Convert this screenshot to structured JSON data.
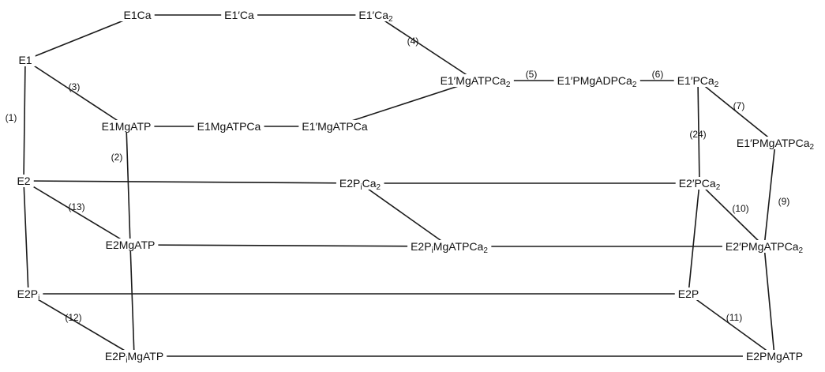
{
  "diagram": {
    "nodes": [
      {
        "id": "E1",
        "parts": [
          [
            "E1",
            false
          ]
        ]
      },
      {
        "id": "E1Ca",
        "parts": [
          [
            "E1Ca",
            false
          ]
        ]
      },
      {
        "id": "E1pCa",
        "parts": [
          [
            "E1′Ca",
            false
          ]
        ]
      },
      {
        "id": "E1pCa2",
        "parts": [
          [
            "E1′Ca",
            false
          ],
          [
            "2",
            true
          ]
        ]
      },
      {
        "id": "E1pMgATPCa2",
        "parts": [
          [
            "E1′MgATPCa",
            false
          ],
          [
            "2",
            true
          ]
        ]
      },
      {
        "id": "E1pPMgADPCa2",
        "parts": [
          [
            "E1′PMgADPCa",
            false
          ],
          [
            "2",
            true
          ]
        ]
      },
      {
        "id": "E1pPCa2",
        "parts": [
          [
            "E1′PCa",
            false
          ],
          [
            "2",
            true
          ]
        ]
      },
      {
        "id": "E1pPMgATPCa2",
        "parts": [
          [
            "E1′PMgATPCa",
            false
          ],
          [
            "2",
            true
          ]
        ]
      },
      {
        "id": "E1MgATP",
        "parts": [
          [
            "E1MgATP",
            false
          ]
        ]
      },
      {
        "id": "E1MgATPCa",
        "parts": [
          [
            "E1MgATPCa",
            false
          ]
        ]
      },
      {
        "id": "E1pMgATPCa",
        "parts": [
          [
            "E1′MgATPCa",
            false
          ]
        ]
      },
      {
        "id": "E2",
        "parts": [
          [
            "E2",
            false
          ]
        ]
      },
      {
        "id": "E2PiCa2",
        "parts": [
          [
            "E2P",
            false
          ],
          [
            "i",
            true
          ],
          [
            "Ca",
            false
          ],
          [
            "2",
            true
          ]
        ]
      },
      {
        "id": "E2pPCa2",
        "parts": [
          [
            "E2′PCa",
            false
          ],
          [
            "2",
            true
          ]
        ]
      },
      {
        "id": "E2MgATP",
        "parts": [
          [
            "E2MgATP",
            false
          ]
        ]
      },
      {
        "id": "E2PiMgATPCa2",
        "parts": [
          [
            "E2P",
            false
          ],
          [
            "i",
            true
          ],
          [
            "MgATPCa",
            false
          ],
          [
            "2",
            true
          ]
        ]
      },
      {
        "id": "E2pPMgATPCa2",
        "parts": [
          [
            "E2′PMgATPCa",
            false
          ],
          [
            "2",
            true
          ]
        ]
      },
      {
        "id": "E2Pi",
        "parts": [
          [
            "E2P",
            false
          ],
          [
            "i",
            true
          ]
        ]
      },
      {
        "id": "E2P",
        "parts": [
          [
            "E2P",
            false
          ]
        ]
      },
      {
        "id": "E2PiMgATP",
        "parts": [
          [
            "E2P",
            false
          ],
          [
            "i",
            true
          ],
          [
            "MgATP",
            false
          ]
        ]
      },
      {
        "id": "E2PMgATP",
        "parts": [
          [
            "E2PMgATP",
            false
          ]
        ]
      }
    ],
    "edges": [
      [
        "E1",
        "E1Ca"
      ],
      [
        "E1Ca",
        "E1pCa"
      ],
      [
        "E1pCa",
        "E1pCa2"
      ],
      [
        "E1pCa2",
        "E1pMgATPCa2"
      ],
      [
        "E1pMgATPCa2",
        "E1pPMgADPCa2"
      ],
      [
        "E1pPMgADPCa2",
        "E1pPCa2"
      ],
      [
        "E1pPCa2",
        "E1pPMgATPCa2"
      ],
      [
        "E1",
        "E1MgATP"
      ],
      [
        "E1MgATP",
        "E1MgATPCa"
      ],
      [
        "E1MgATPCa",
        "E1pMgATPCa"
      ],
      [
        "E1pMgATPCa",
        "E1pMgATPCa2"
      ],
      [
        "E1",
        "E2"
      ],
      [
        "E1MgATP",
        "E2MgATP"
      ],
      [
        "E1pPCa2",
        "E2pPCa2"
      ],
      [
        "E1pPMgATPCa2",
        "E2pPMgATPCa2"
      ],
      [
        "E2",
        "E2PiCa2"
      ],
      [
        "E2PiCa2",
        "E2pPCa2"
      ],
      [
        "E2PiCa2",
        "E2PiMgATPCa2"
      ],
      [
        "E2",
        "E2MgATP"
      ],
      [
        "E2MgATP",
        "E2PiMgATPCa2"
      ],
      [
        "E2PiMgATPCa2",
        "E2pPMgATPCa2"
      ],
      [
        "E2pPCa2",
        "E2pPMgATPCa2"
      ],
      [
        "E2pPCa2",
        "E2P"
      ],
      [
        "E2",
        "E2Pi"
      ],
      [
        "E2Pi",
        "E2P"
      ],
      [
        "E2Pi",
        "E2PiMgATP"
      ],
      [
        "E2MgATP",
        "E2PiMgATP"
      ],
      [
        "E2PiMgATP",
        "E2PMgATP"
      ],
      [
        "E2P",
        "E2PMgATP"
      ],
      [
        "E2pPMgATPCa2",
        "E2PMgATP"
      ]
    ],
    "step_labels": [
      {
        "id": "step-1",
        "text": "(1)"
      },
      {
        "id": "step-2",
        "text": "(2)"
      },
      {
        "id": "step-3",
        "text": "(3)"
      },
      {
        "id": "step-4",
        "text": "(4)"
      },
      {
        "id": "step-5",
        "text": "(5)"
      },
      {
        "id": "step-6",
        "text": "(6)"
      },
      {
        "id": "step-7",
        "text": "(7)"
      },
      {
        "id": "step-9",
        "text": "(9)"
      },
      {
        "id": "step-10",
        "text": "(10)"
      },
      {
        "id": "step-11",
        "text": "(11)"
      },
      {
        "id": "step-12",
        "text": "(12)"
      },
      {
        "id": "step-13",
        "text": "(13)"
      },
      {
        "id": "step-24",
        "text": "(24)"
      }
    ]
  }
}
